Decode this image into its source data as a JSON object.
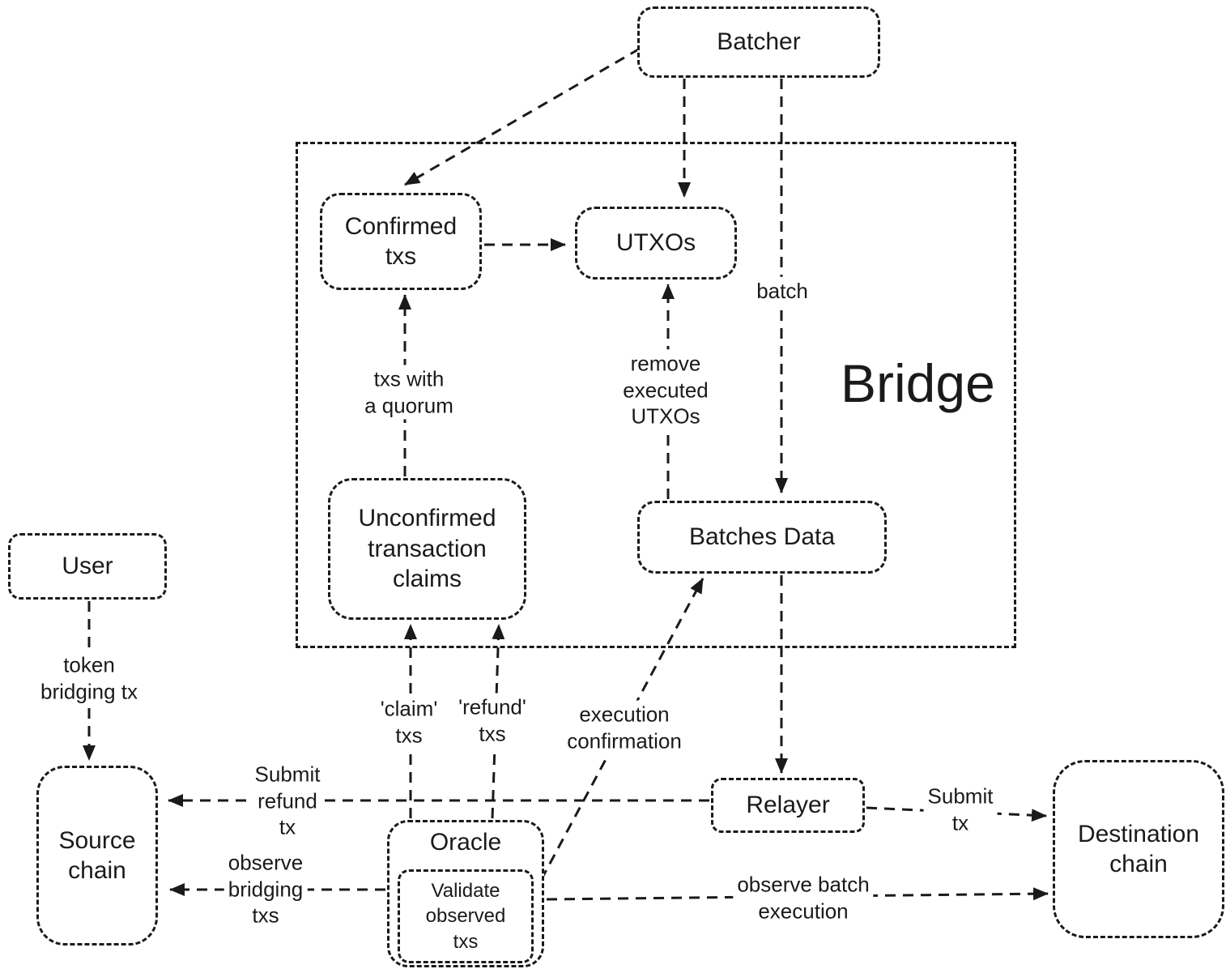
{
  "diagram": {
    "title": "Bridge",
    "nodes": {
      "batcher": {
        "label": "Batcher"
      },
      "confirmed_txs": {
        "label": "Confirmed\ntxs"
      },
      "utxos": {
        "label": "UTXOs"
      },
      "unconfirmed_claims": {
        "label": "Unconfirmed\ntransaction\nclaims"
      },
      "batches_data": {
        "label": "Batches Data"
      },
      "user": {
        "label": "User"
      },
      "source_chain": {
        "label": "Source\nchain"
      },
      "oracle": {
        "label": "Oracle"
      },
      "validate_observed": {
        "label": "Validate\nobserved\ntxs"
      },
      "relayer": {
        "label": "Relayer"
      },
      "destination_chain": {
        "label": "Destination\nchain"
      }
    },
    "edge_labels": {
      "batch": "batch",
      "txs_with_quorum": "txs with\na quorum",
      "remove_executed_utxos": "remove\nexecuted\nUTXOs",
      "token_bridging_tx": "token\nbridging tx",
      "claim_txs": "'claim'\ntxs",
      "refund_txs": "'refund'\ntxs",
      "execution_confirmation": "execution\nconfirmation",
      "submit_refund_tx": "Submit\nrefund\ntx",
      "submit_tx": "Submit\ntx",
      "observe_bridging_txs": "observe\nbridging\ntxs",
      "observe_batch_execution": "observe batch\nexecution"
    }
  }
}
